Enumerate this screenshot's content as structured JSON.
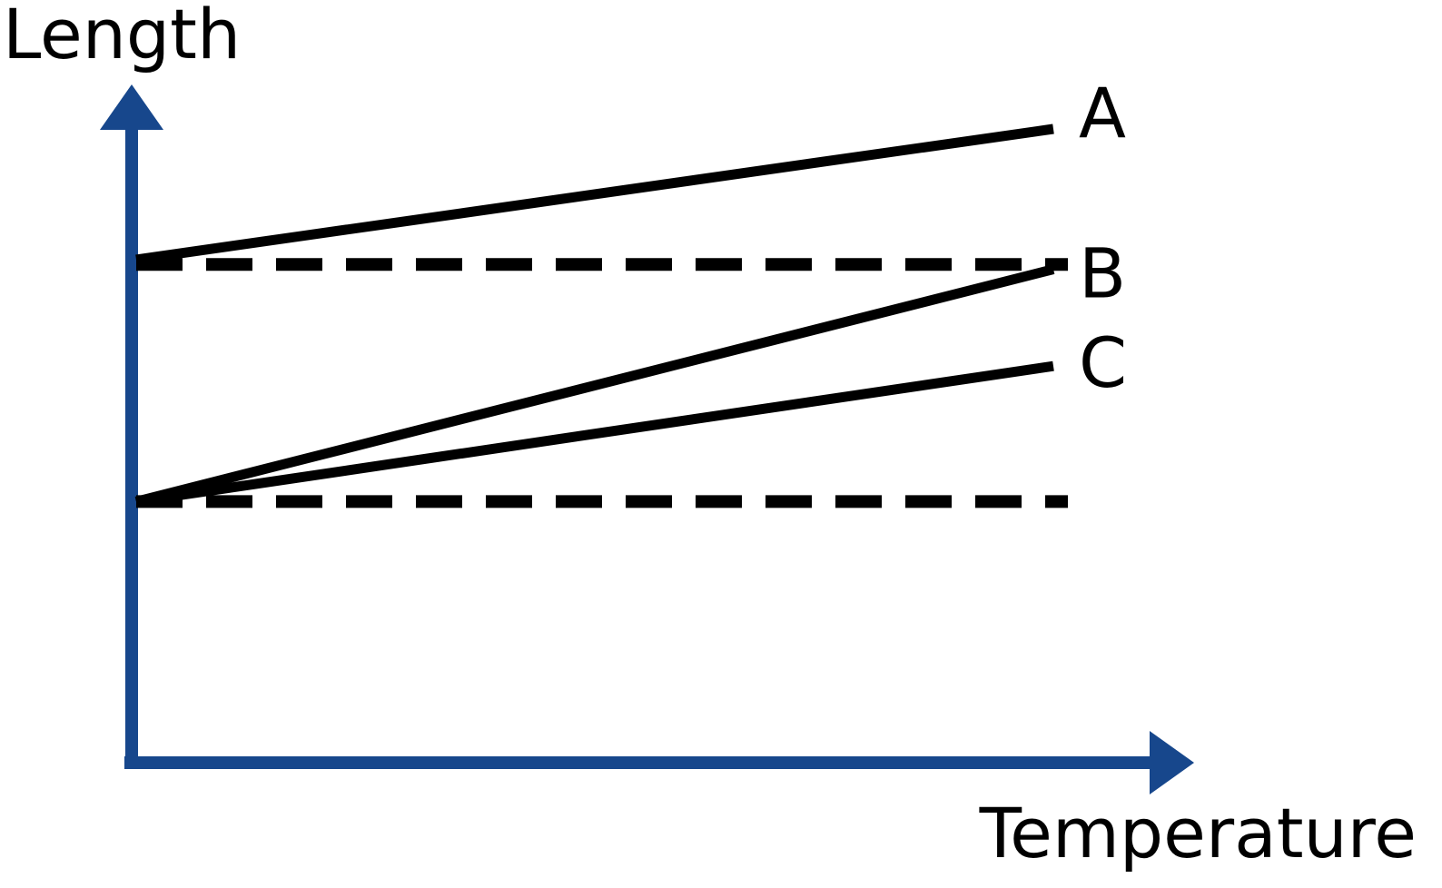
{
  "colors": {
    "axis": "#17478c",
    "lines": "#000000",
    "background": "#ffffff"
  },
  "chart_data": {
    "type": "line",
    "title": "",
    "xlabel": "Temperature",
    "ylabel": "Length",
    "ticks": "none",
    "grid": false,
    "xlim": [
      0,
      1
    ],
    "ylim": [
      0,
      1
    ],
    "series": [
      {
        "name": "A",
        "style": "solid",
        "x": [
          0,
          1
        ],
        "y": [
          0.73,
          1.0
        ]
      },
      {
        "name": "B",
        "style": "solid",
        "x": [
          0,
          1
        ],
        "y": [
          0.23,
          0.71
        ]
      },
      {
        "name": "C",
        "style": "solid",
        "x": [
          0,
          1
        ],
        "y": [
          0.23,
          0.51
        ]
      }
    ],
    "reference_lines": [
      {
        "style": "dashed",
        "y": 0.72
      },
      {
        "style": "dashed",
        "y": 0.23
      }
    ]
  }
}
